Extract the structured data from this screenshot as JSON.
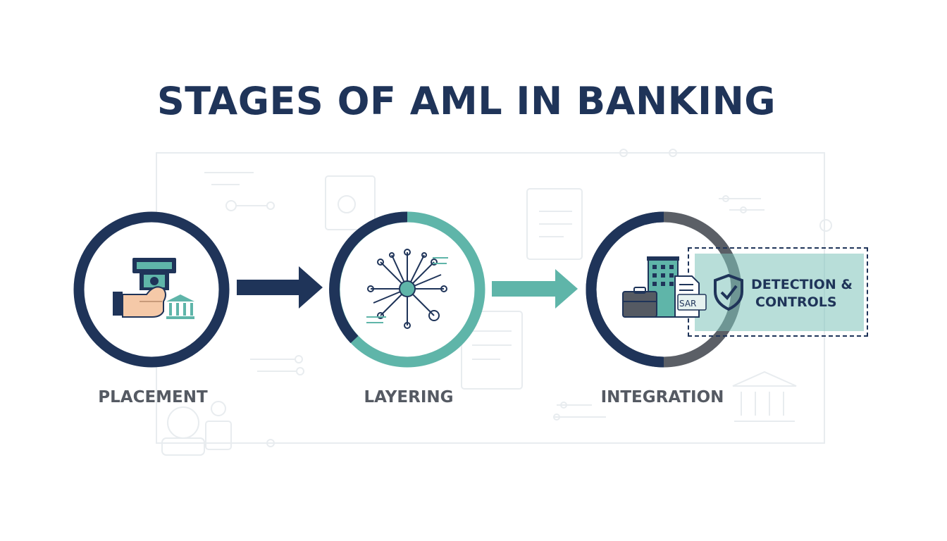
{
  "diagram": {
    "title": "STAGES OF AML IN BANKING",
    "stages": [
      {
        "label": "PLACEMENT",
        "icon": "hand-cash-bank-icon"
      },
      {
        "label": "LAYERING",
        "icon": "network-transfers-icon"
      },
      {
        "label": "INTEGRATION",
        "icon": "building-briefcase-report-icon"
      }
    ],
    "detection": {
      "line1": "DETECTION &",
      "line2": "CONTROLS",
      "icon": "shield-check-icon",
      "report_tag": "SAR"
    },
    "colors": {
      "navy": "#1f3459",
      "teal": "#5fb5a9",
      "gray": "#555a63",
      "light_teal": "#7ec2ba"
    }
  }
}
